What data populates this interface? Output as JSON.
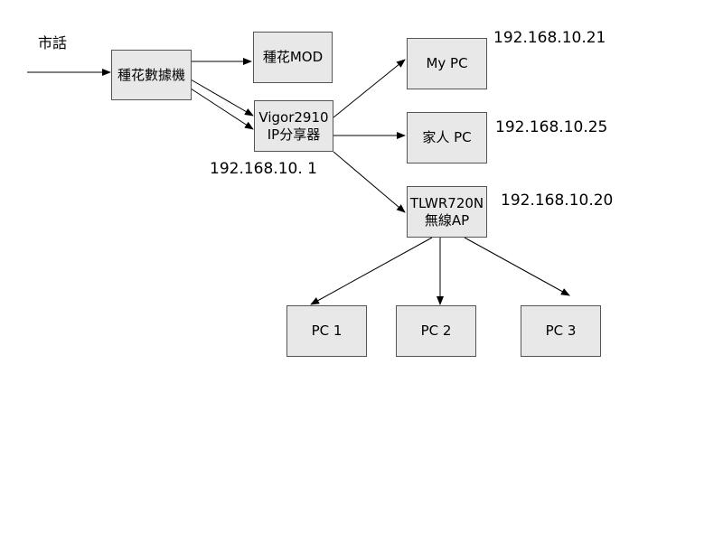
{
  "source_label": "市話",
  "nodes": {
    "modem": {
      "label": "種花數據機"
    },
    "mod": {
      "label": "種花MOD"
    },
    "router": {
      "line1": "Vigor2910",
      "line2": "IP分享器",
      "ip": "192.168.10. 1"
    },
    "mypc": {
      "label": "My PC",
      "ip": "192.168.10.21"
    },
    "familypc": {
      "label": "家人 PC",
      "ip": "192.168.10.25"
    },
    "ap": {
      "line1": "TLWR720N",
      "line2": "無線AP",
      "ip": "192.168.10.20"
    },
    "pc1": {
      "label": "PC 1"
    },
    "pc2": {
      "label": "PC 2"
    },
    "pc3": {
      "label": "PC 3"
    }
  },
  "colors": {
    "box_fill": "#e8e8e8",
    "box_border": "#555555",
    "line": "#000000"
  }
}
